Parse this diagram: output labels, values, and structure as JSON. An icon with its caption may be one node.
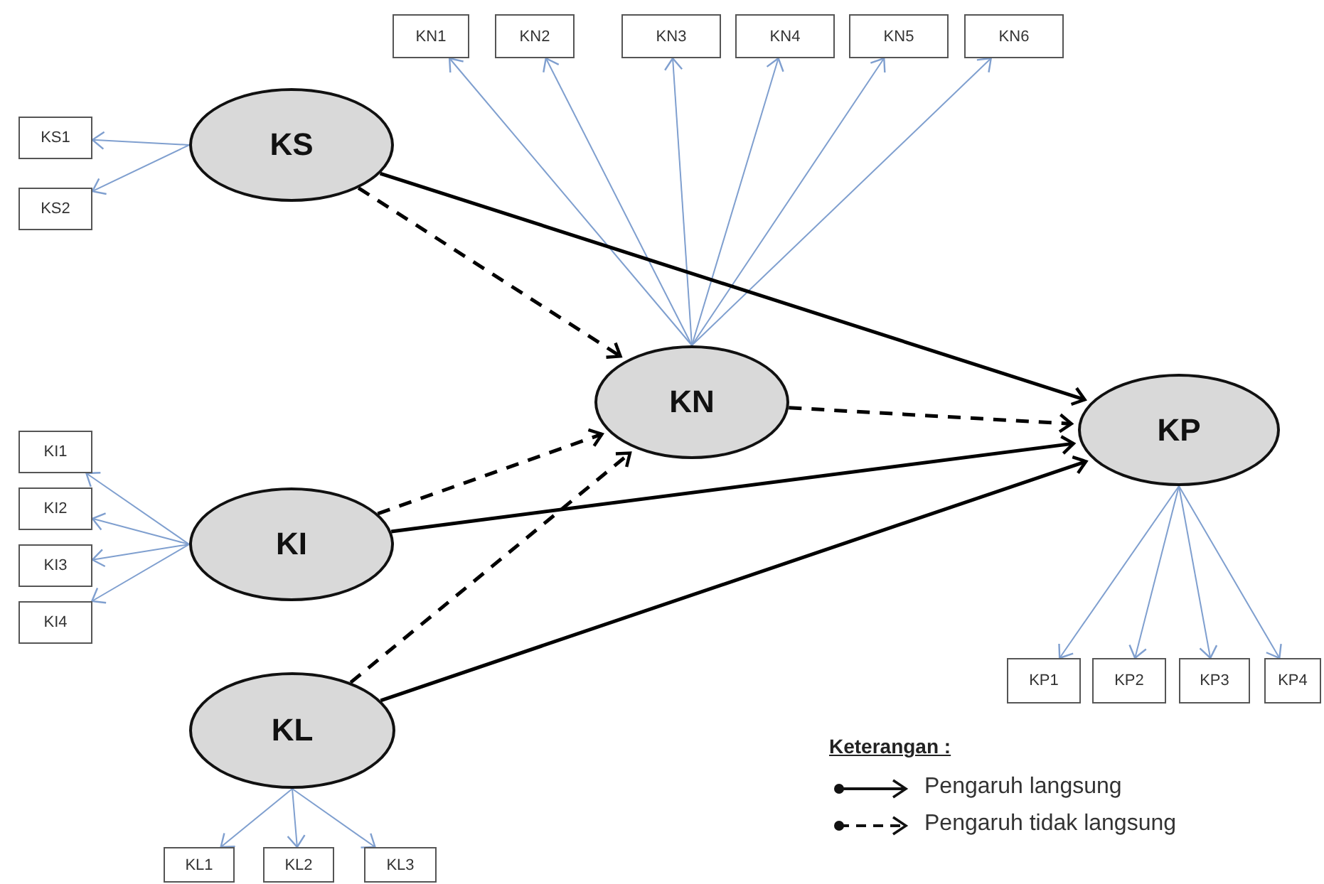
{
  "diagram": {
    "nodes": [
      {
        "text": [
          "KN1"
        ]
      },
      {
        "text": [
          "KN2"
        ]
      },
      {
        "text": [
          "KN3"
        ]
      },
      {
        "text": [
          "KN4"
        ]
      },
      {
        "text": [
          "KN5"
        ]
      },
      {
        "text": [
          "KN6"
        ]
      },
      {
        "text": [
          "KS1"
        ]
      },
      {
        "text": [
          "KS"
        ]
      },
      {
        "text": [
          "KS2"
        ]
      },
      {
        "text": [
          "KN"
        ]
      },
      {
        "text": [
          "KP"
        ]
      },
      {
        "text": [
          "KI1"
        ]
      },
      {
        "text": [
          "KI2"
        ]
      },
      {
        "text": [
          "KI"
        ]
      },
      {
        "text": [
          "KI3"
        ]
      },
      {
        "text": [
          "KI4"
        ]
      },
      {
        "text": [
          "KL"
        ]
      },
      {
        "text": [
          "KP1"
        ]
      },
      {
        "text": [
          "KP2"
        ]
      },
      {
        "text": [
          "KP3"
        ]
      },
      {
        "text": [
          "KP4"
        ]
      },
      {
        "text": [
          "KL1"
        ]
      },
      {
        "text": [
          "KL2"
        ]
      },
      {
        "text": [
          "KL3"
        ]
      }
    ],
    "edges": [
      {
        "from": 7,
        "to": 6,
        "arrow": "to"
      },
      {
        "from": 7,
        "to": 8,
        "arrow": "to"
      },
      {
        "from": 9,
        "to": 0,
        "arrow": "to"
      },
      {
        "from": 9,
        "to": 1,
        "arrow": "to"
      },
      {
        "from": 9,
        "to": 2,
        "arrow": "to"
      },
      {
        "from": 9,
        "to": 3,
        "arrow": "to"
      },
      {
        "from": 9,
        "to": 4,
        "arrow": "to"
      },
      {
        "from": 9,
        "to": 5,
        "arrow": "to"
      },
      {
        "from": 13,
        "to": 11,
        "arrow": "to"
      },
      {
        "from": 13,
        "to": 12,
        "arrow": "to"
      },
      {
        "from": 13,
        "to": 14,
        "arrow": "to"
      },
      {
        "from": 13,
        "to": 15,
        "arrow": "to"
      },
      {
        "from": 16,
        "to": 21,
        "arrow": "to"
      },
      {
        "from": 16,
        "to": 22,
        "arrow": "to"
      },
      {
        "from": 16,
        "to": 23,
        "arrow": "to"
      },
      {
        "from": 10,
        "to": 17,
        "arrow": "to"
      },
      {
        "from": 10,
        "to": 18,
        "arrow": "to"
      },
      {
        "from": 10,
        "to": 19,
        "arrow": "to"
      },
      {
        "from": 10,
        "to": 20,
        "arrow": "to"
      },
      {
        "from": 7,
        "to": 10,
        "arrow": "to",
        "style": "thick",
        "color": "#000000"
      },
      {
        "from": 13,
        "to": 10,
        "arrow": "to",
        "style": "thick",
        "color": "#000000"
      },
      {
        "from": 16,
        "to": 10,
        "arrow": "to",
        "style": "thick",
        "color": "#000000"
      },
      {
        "from": 7,
        "to": 9,
        "arrow": "to",
        "style": "dashed",
        "color": "#000000"
      },
      {
        "from": 13,
        "to": 9,
        "arrow": "to",
        "style": "dashed",
        "color": "#000000"
      },
      {
        "from": 16,
        "to": 9,
        "arrow": "to",
        "style": "dashed",
        "color": "#000000"
      },
      {
        "from": 9,
        "to": 10,
        "arrow": "to",
        "style": "dashed",
        "color": "#000000"
      }
    ],
    "labels": [
      "Keterangan :"
    ],
    "legend": [
      {
        "text": "Pengaruh langsung"
      },
      {
        "text": "Pengaruh tidak langsung"
      }
    ]
  }
}
